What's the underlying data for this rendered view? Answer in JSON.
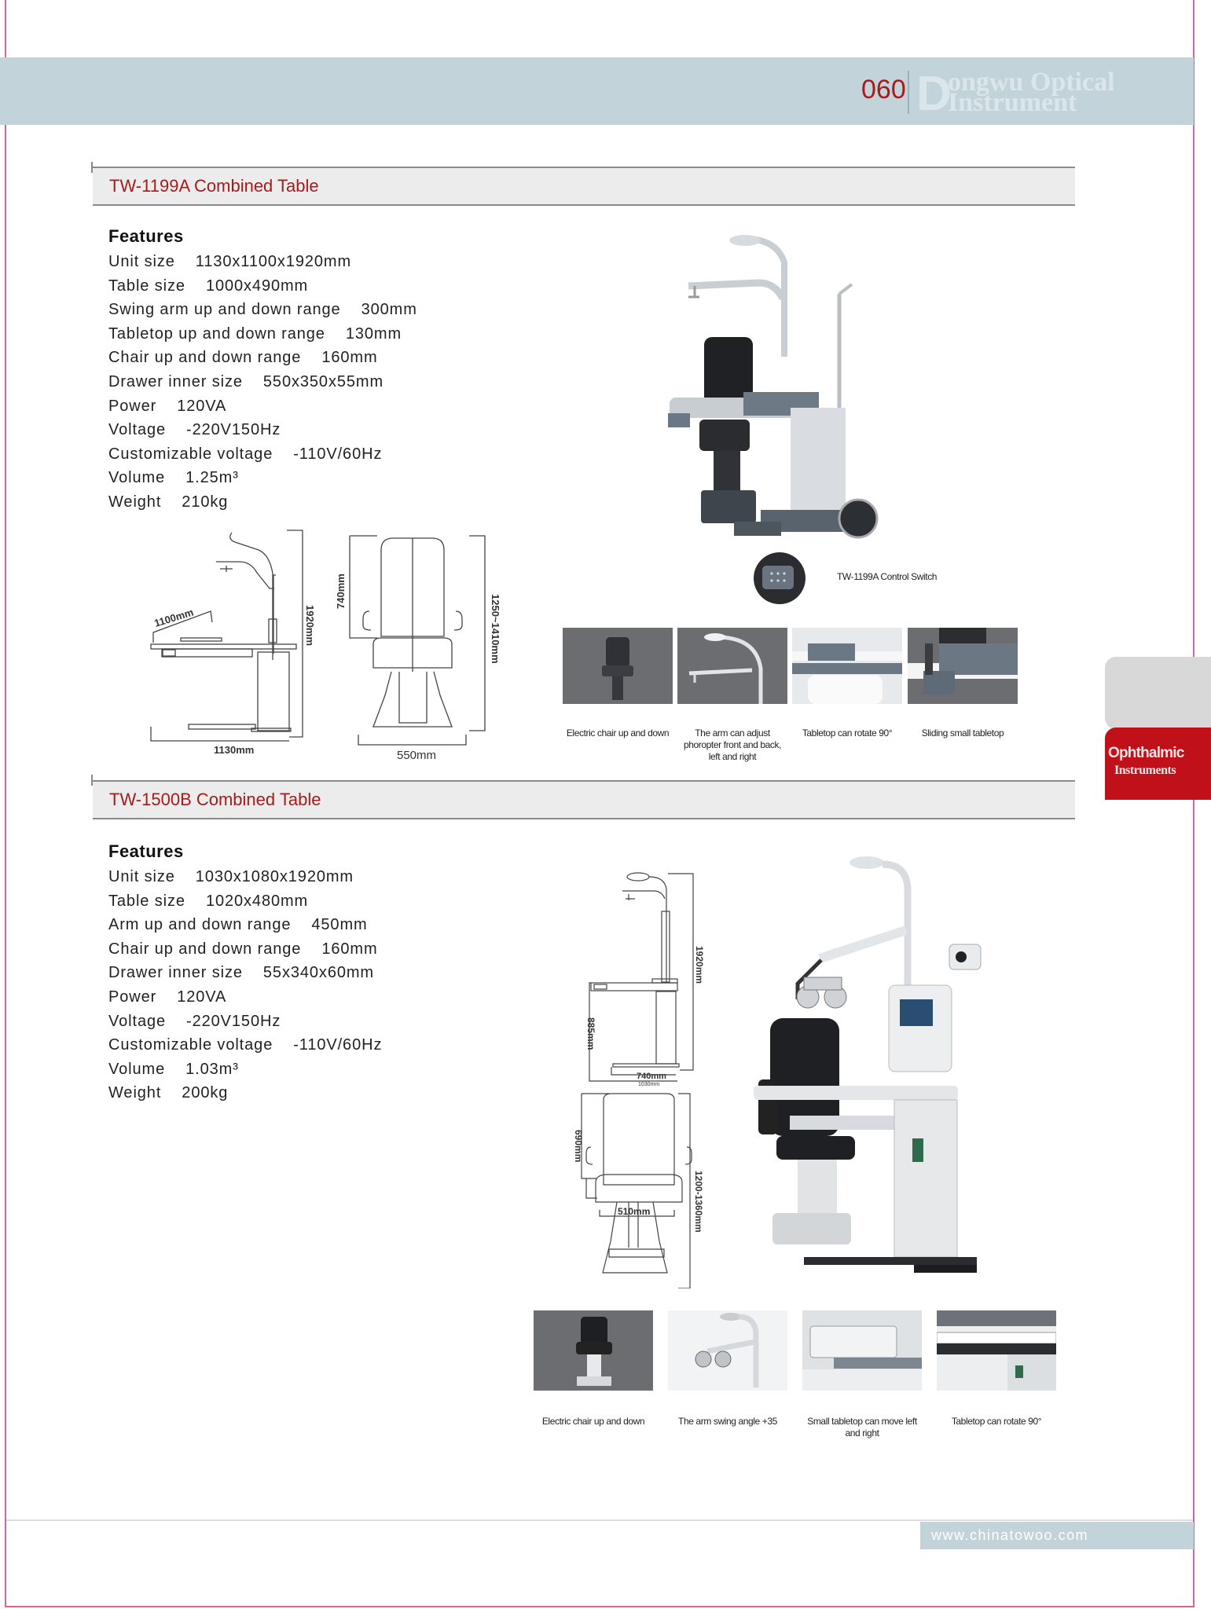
{
  "header": {
    "page_number": "060",
    "logo_text_line1": "Dongwu Optical",
    "logo_text_line2": "Instrument"
  },
  "side_tab": {
    "line1": "Ophthalmic",
    "line2": "Instruments"
  },
  "sections": [
    {
      "title": "TW-1199A Combined Table",
      "features_heading": "Features",
      "features": [
        {
          "label": "Unit size",
          "value": "1130x1100x1920mm"
        },
        {
          "label": "Table size",
          "value": "1000x490mm"
        },
        {
          "label": "Swing arm up and down range",
          "value": "300mm"
        },
        {
          "label": "Tabletop up and down range",
          "value": "130mm"
        },
        {
          "label": "Chair up and down range",
          "value": "160mm"
        },
        {
          "label": "Drawer inner size",
          "value": "550x350x55mm"
        },
        {
          "label": "Power",
          "value": "120VA"
        },
        {
          "label": "Voltage",
          "value": "-220V150Hz"
        },
        {
          "label": "Customizable voltage",
          "value": "-110V/60Hz"
        },
        {
          "label": "Volume",
          "value": "1.25m³"
        },
        {
          "label": "Weight",
          "value": "210kg"
        }
      ],
      "drawing_dims": {
        "depth": "1100mm",
        "height": "1920mm",
        "width": "1130mm",
        "chair_back": "740mm",
        "chair_height": "1250~1410mm",
        "chair_width": "550mm"
      },
      "control_switch_caption": "TW-1199A Control Switch",
      "thumb_captions": [
        "Electric chair up and down",
        "The arm can adjust phoropter front and back, left and right",
        "Tabletop can rotate 90°",
        "Sliding small tabletop"
      ]
    },
    {
      "title": "TW-1500B Combined Table",
      "features_heading": "Features",
      "features": [
        {
          "label": "Unit size",
          "value": "1030x1080x1920mm"
        },
        {
          "label": "Table size",
          "value": "1020x480mm"
        },
        {
          "label": "Arm up and down range",
          "value": "450mm"
        },
        {
          "label": "Chair up and down range",
          "value": "160mm"
        },
        {
          "label": "Drawer inner size",
          "value": "55x340x60mm"
        },
        {
          "label": "Power",
          "value": "120VA"
        },
        {
          "label": "Voltage",
          "value": "-220V150Hz"
        },
        {
          "label": "Customizable voltage",
          "value": "-110V/60Hz"
        },
        {
          "label": "Volume",
          "value": "1.03m³"
        },
        {
          "label": "Weight",
          "value": "200kg"
        }
      ],
      "drawing_dims": {
        "height": "1920mm",
        "table_height": "885mm",
        "base_width": "740mm",
        "width": "1030mm",
        "chair_back": "690mm",
        "chair_height": "1200-1360mm",
        "chair_width": "510mm"
      },
      "thumb_captions": [
        "Electric chair up and down",
        "The arm swing angle +35",
        "Small tabletop can move left and right",
        "Tabletop can rotate 90°"
      ]
    }
  ],
  "footer": {
    "url": "www.chinatowoo.com"
  }
}
